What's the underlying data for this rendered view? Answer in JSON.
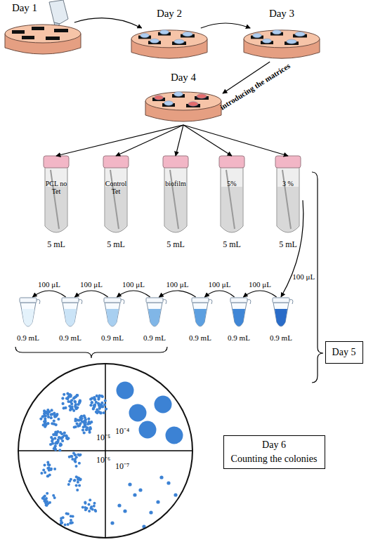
{
  "diagram": {
    "nodes": [
      {
        "text": [
          "Day 1"
        ]
      },
      {
        "text": [
          "Day 2"
        ]
      },
      {
        "text": [
          "Day 3"
        ]
      },
      {
        "text": [
          "Day 4"
        ]
      },
      {
        "text": [
          "PCL no Tet",
          "5 mL"
        ]
      },
      {
        "text": [
          "Control Tet",
          "5 mL"
        ]
      },
      {
        "text": [
          "biofilm",
          "5 mL"
        ]
      },
      {
        "text": [
          "5%",
          "5 mL"
        ]
      },
      {
        "text": [
          "3 %",
          "5 mL"
        ]
      },
      {
        "text": [
          "Day 5"
        ]
      },
      {
        "text": [
          "0.9 mL"
        ]
      },
      {
        "text": [
          "0.9 mL"
        ]
      },
      {
        "text": [
          "0.9 mL"
        ]
      },
      {
        "text": [
          "0.9 mL"
        ]
      },
      {
        "text": [
          "0.9 mL"
        ]
      },
      {
        "text": [
          "0.9 mL"
        ]
      },
      {
        "text": [
          "0.9 mL"
        ]
      },
      {
        "text": [
          "10⁻⁵",
          "10⁻⁴",
          "10⁻⁶",
          "10⁻⁷"
        ]
      },
      {
        "text": [
          "Day 6",
          "Counting the colonies"
        ]
      }
    ],
    "edges": [
      {
        "from": 0,
        "to": 1,
        "arrow": "to"
      },
      {
        "from": 1,
        "to": 2,
        "arrow": "to"
      },
      {
        "from": 2,
        "to": 3,
        "label": "introducing the matrices",
        "arrow": "to"
      },
      {
        "from": 3,
        "to": 4,
        "arrow": "to"
      },
      {
        "from": 3,
        "to": 5,
        "arrow": "to"
      },
      {
        "from": 3,
        "to": 6,
        "arrow": "to"
      },
      {
        "from": 3,
        "to": 7,
        "arrow": "to"
      },
      {
        "from": 3,
        "to": 8,
        "arrow": "to"
      },
      {
        "from": 8,
        "to": 16,
        "label": "100 μL",
        "arrow": "to"
      },
      {
        "from": 16,
        "to": 15,
        "label": "100 μL",
        "arrow": "to"
      },
      {
        "from": 15,
        "to": 14,
        "label": "100 μL",
        "arrow": "to"
      },
      {
        "from": 14,
        "to": 13,
        "label": "100 μL",
        "arrow": "to"
      },
      {
        "from": 13,
        "to": 12,
        "label": "100 μL",
        "arrow": "to"
      },
      {
        "from": 12,
        "to": 11,
        "label": "100 μL",
        "arrow": "to"
      },
      {
        "from": 11,
        "to": 10,
        "label": "100 μL",
        "arrow": "to"
      }
    ]
  }
}
